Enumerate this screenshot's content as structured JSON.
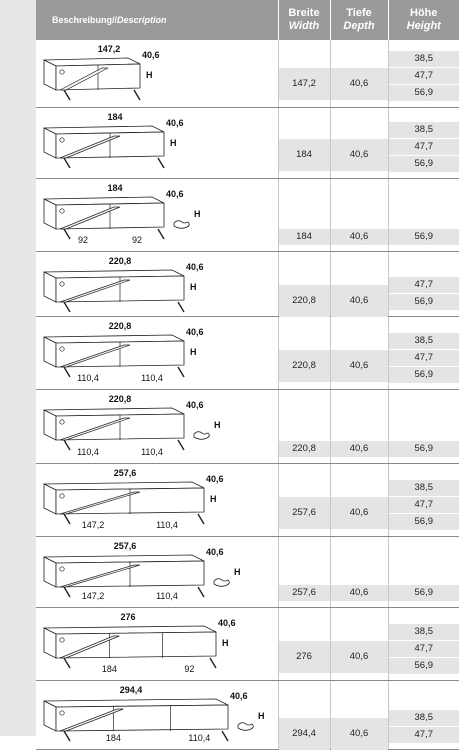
{
  "header": {
    "desc_de": "Beschreibung//",
    "desc_en": "Description",
    "width_de": "Breite",
    "width_en": "Width",
    "depth_de": "Tiefe",
    "depth_en": "Depth",
    "height_de": "Höhe",
    "height_en": "Height"
  },
  "rows": [
    {
      "total": "147,2",
      "depth_dim": "40,6",
      "h_label": "H",
      "sub": [],
      "width": "147,2",
      "depth": "40,6",
      "heights": [
        "38,5",
        "47,7",
        "56,9"
      ]
    },
    {
      "total": "184",
      "depth_dim": "40,6",
      "h_label": "H",
      "sub": [],
      "width": "184",
      "depth": "40,6",
      "heights": [
        "38,5",
        "47,7",
        "56,9"
      ]
    },
    {
      "total": "184",
      "depth_dim": "40,6",
      "h_label": "H",
      "sub": [
        "92",
        "92"
      ],
      "width": "184",
      "depth": "40,6",
      "heights": [
        "56,9"
      ]
    },
    {
      "total": "220,8",
      "depth_dim": "40,6",
      "h_label": "H",
      "sub": [],
      "width": "220,8",
      "depth": "40,6",
      "heights": [
        "47,7",
        "56,9"
      ]
    },
    {
      "total": "220,8",
      "depth_dim": "40,6",
      "h_label": "H",
      "sub": [
        "110,4",
        "110,4"
      ],
      "width": "220,8",
      "depth": "40,6",
      "heights": [
        "38,5",
        "47,7",
        "56,9"
      ]
    },
    {
      "total": "220,8",
      "depth_dim": "40,6",
      "h_label": "H",
      "sub": [
        "110,4",
        "110,4"
      ],
      "width": "220,8",
      "depth": "40,6",
      "heights": [
        "56,9"
      ]
    },
    {
      "total": "257,6",
      "depth_dim": "40,6",
      "h_label": "H",
      "sub": [
        "147,2",
        "110,4"
      ],
      "width": "257,6",
      "depth": "40,6",
      "heights": [
        "38,5",
        "47,7",
        "56,9"
      ]
    },
    {
      "total": "257,6",
      "depth_dim": "40,6",
      "h_label": "H",
      "sub": [
        "147,2",
        "110,4"
      ],
      "width": "257,6",
      "depth": "40,6",
      "heights": [
        "56,9"
      ]
    },
    {
      "total": "276",
      "depth_dim": "40,6",
      "h_label": "H",
      "sub": [
        "184",
        "92"
      ],
      "width": "276",
      "depth": "40,6",
      "heights": [
        "38,5",
        "47,7",
        "56,9"
      ]
    },
    {
      "total": "294,4",
      "depth_dim": "40,6",
      "h_label": "H",
      "sub": [
        "184",
        "110,4"
      ],
      "width": "294,4",
      "depth": "40,6",
      "heights": [
        "38,5",
        "47,7"
      ]
    }
  ]
}
